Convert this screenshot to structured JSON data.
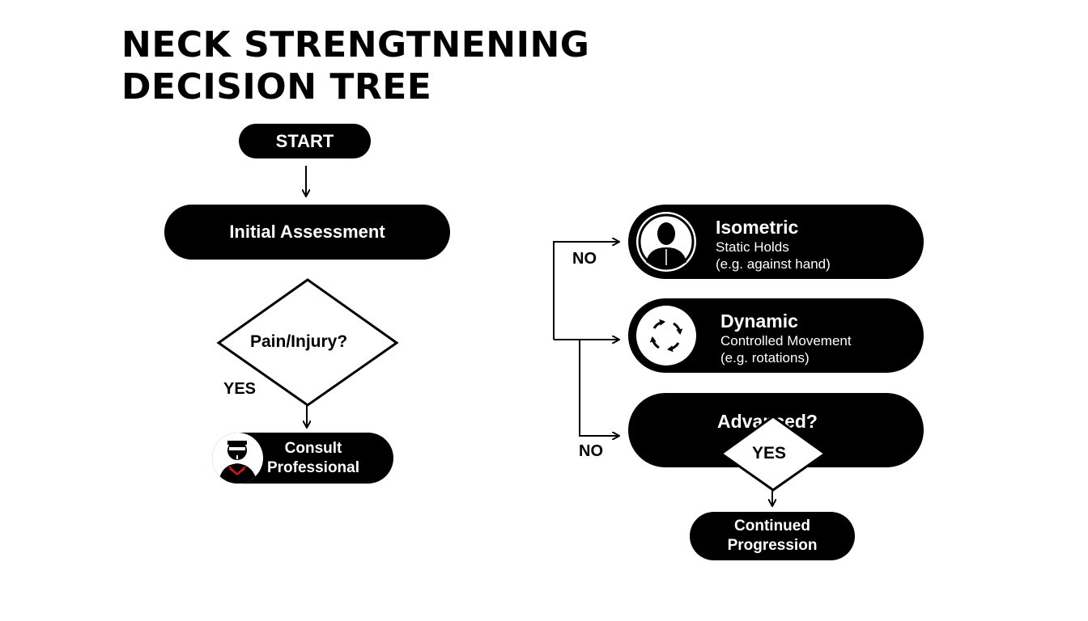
{
  "title": {
    "line1": "NECK STRENGTNENING",
    "line2": "DECISION TREE"
  },
  "nodes": {
    "start": "START",
    "initial_assessment": "Initial Assessment",
    "pain_question": "Pain/Injury?",
    "consult": {
      "line1": "Consult",
      "line2": "Professional"
    },
    "isometric": {
      "title": "Isometric",
      "line1": "Static Holds",
      "line2": "(e.g. against hand)"
    },
    "dynamic": {
      "title": "Dynamic",
      "line1": "Controlled Movement",
      "line2": "(e.g. rotations)"
    },
    "advanced_question": "Advanced?",
    "continued": {
      "line1": "Continued",
      "line2": "Progression"
    }
  },
  "edge_labels": {
    "yes_left": "YES",
    "no_top": "NO",
    "no_bottom": "NO",
    "yes_right": "YES"
  },
  "colors": {
    "node_fill": "#000000",
    "node_text": "#ffffff",
    "background": "#ffffff",
    "accent": "#d0161b"
  },
  "icons": {
    "consult": "doctor-avatar-icon",
    "isometric": "person-bust-icon",
    "dynamic": "rotation-arrows-icon"
  }
}
